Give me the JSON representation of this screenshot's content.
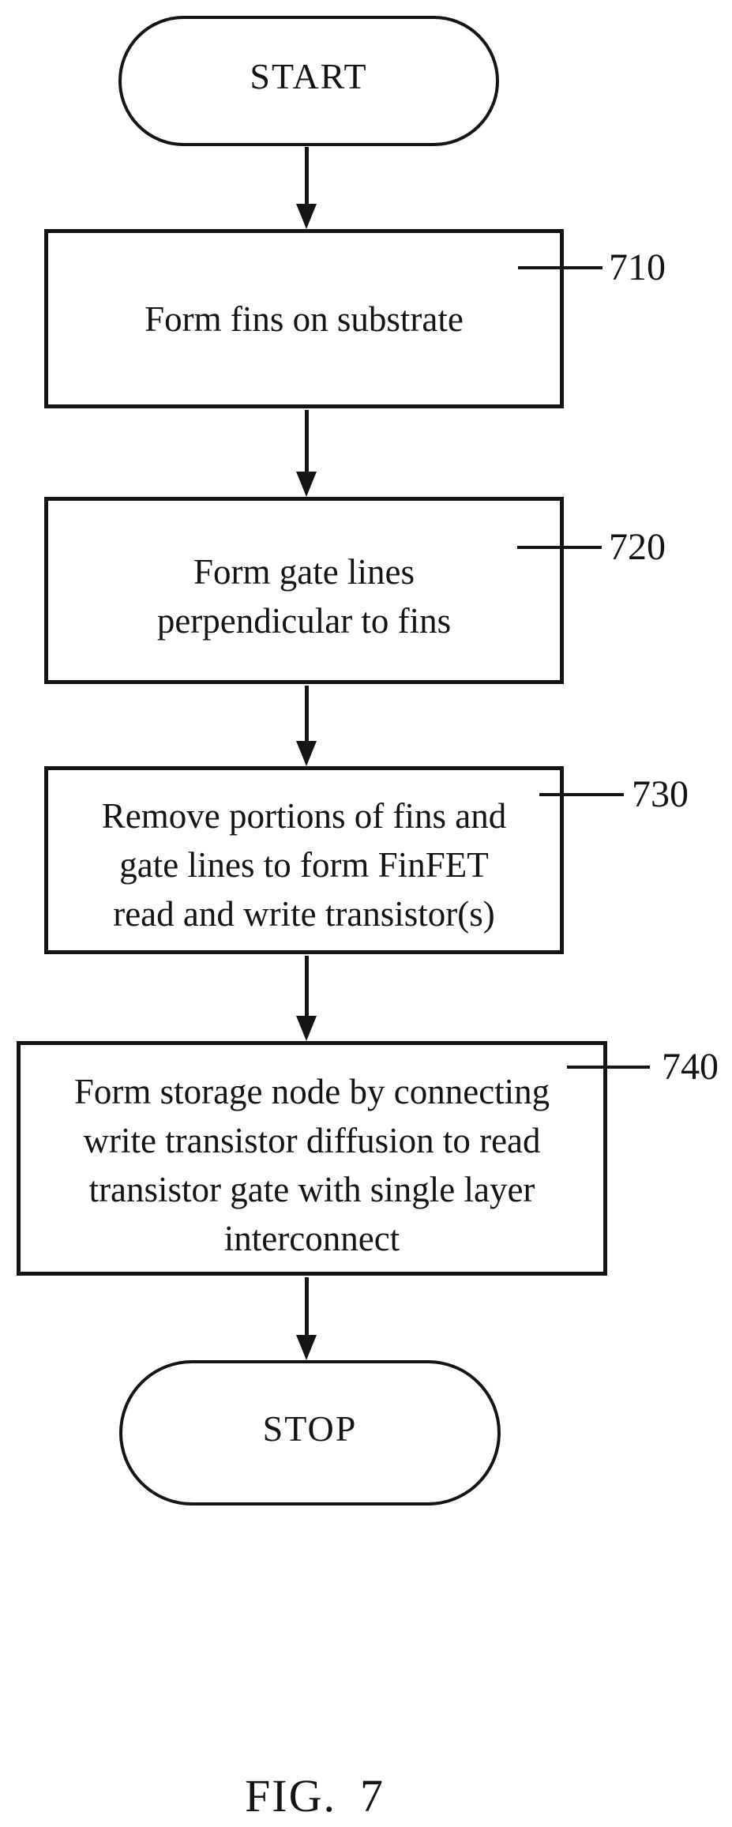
{
  "figure": {
    "label": "FIG.",
    "number": "7"
  },
  "flowchart": {
    "start": {
      "label": "START"
    },
    "stop": {
      "label": "STOP"
    },
    "steps": [
      {
        "ref": "710",
        "lines": [
          "Form fins on substrate"
        ]
      },
      {
        "ref": "720",
        "lines": [
          "Form gate lines",
          "perpendicular to fins"
        ]
      },
      {
        "ref": "730",
        "lines": [
          "Remove portions of fins and",
          "gate lines to form FinFET",
          "read and write transistor(s)"
        ]
      },
      {
        "ref": "740",
        "lines": [
          "Form storage node by connecting",
          "write transistor diffusion to read",
          "transistor gate with single layer",
          "interconnect"
        ]
      }
    ],
    "colors": {
      "stroke": "#141414",
      "background": "#ffffff"
    }
  }
}
